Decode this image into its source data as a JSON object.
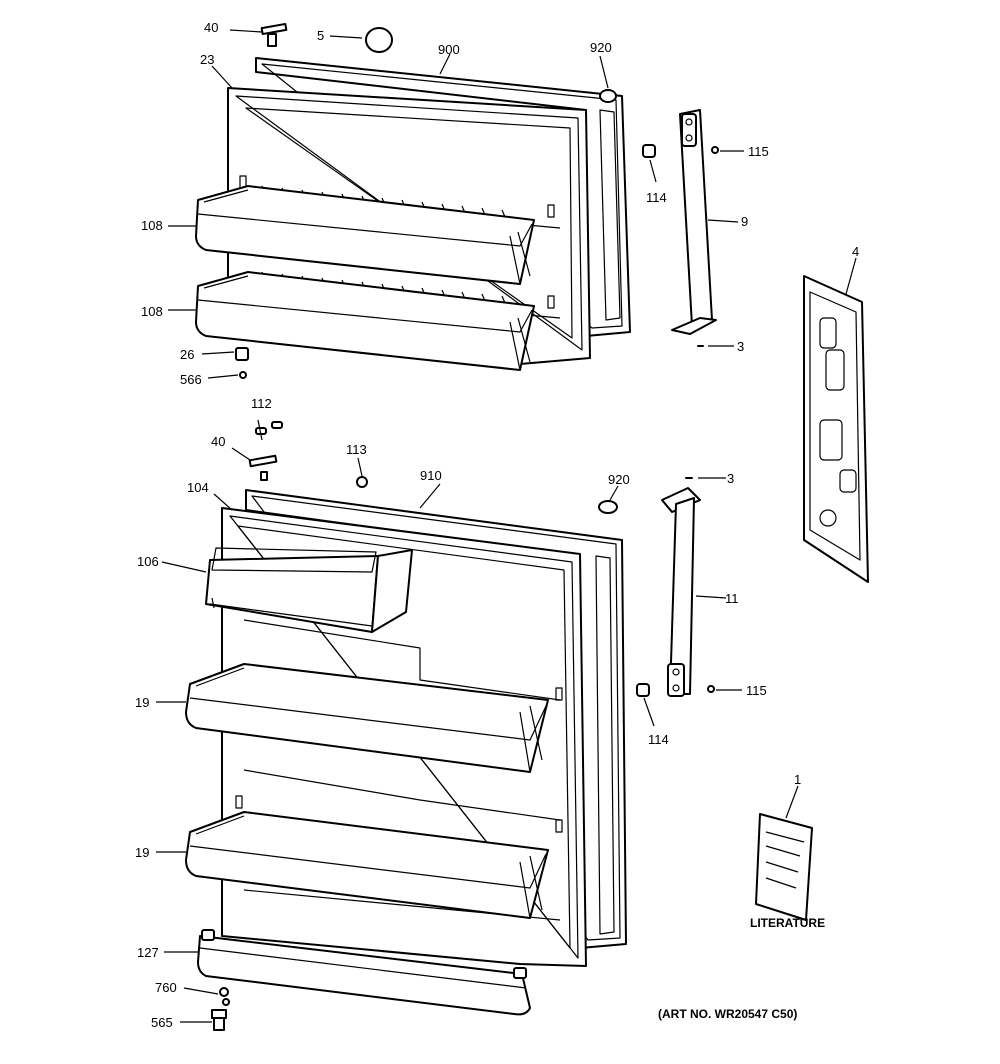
{
  "callouts": {
    "c40a": "40",
    "c5": "5",
    "c900": "900",
    "c920a": "920",
    "c23": "23",
    "c115a": "115",
    "c114a": "114",
    "c9": "9",
    "c108a": "108",
    "c108b": "108",
    "c4": "4",
    "c3a": "3",
    "c26": "26",
    "c566": "566",
    "c112": "112",
    "c40b": "40",
    "c113": "113",
    "c910": "910",
    "c920b": "920",
    "c3b": "3",
    "c104": "104",
    "c106": "106",
    "c11": "11",
    "c19a": "19",
    "c115b": "115",
    "c114b": "114",
    "c1": "1",
    "c19b": "19",
    "c127": "127",
    "c760": "760",
    "c565": "565"
  },
  "literature_label": "LITERATURE",
  "art_number": "(ART NO. WR20547 C50)"
}
